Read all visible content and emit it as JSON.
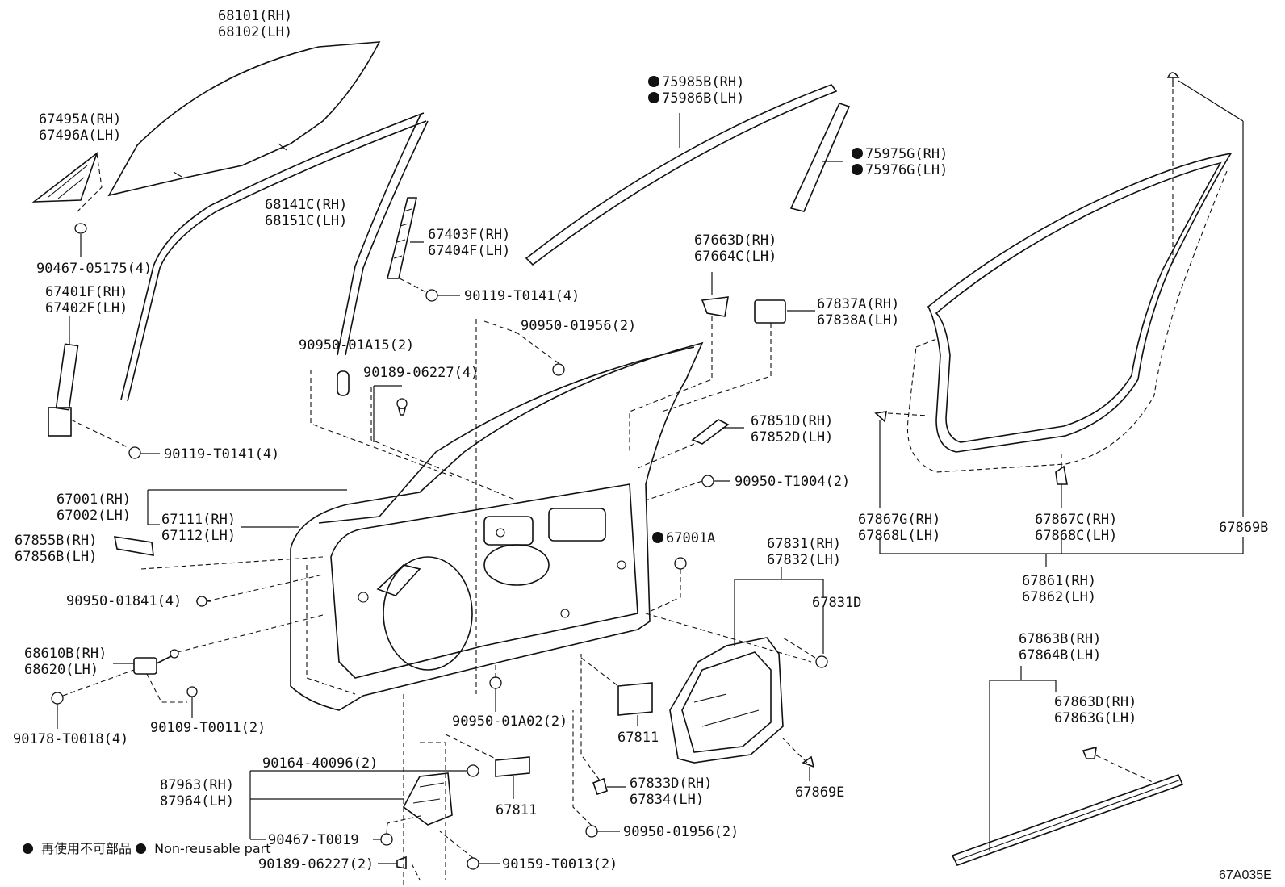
{
  "colors": {
    "line": "#111111",
    "background": "#ffffff"
  },
  "callouts": {
    "glass_front": [
      "68101(RH)",
      "68102(LH)"
    ],
    "corner_piece": [
      "67495A(RH)",
      "67496A(LH)"
    ],
    "clip_upper_left": "90467-05175(4)",
    "run_channel_rear": [
      "67401F(RH)",
      "67402F(LH)"
    ],
    "bolt_left": "90119-T0141(4)",
    "glass_run": [
      "68141C(RH)",
      "68151C(LH)"
    ],
    "frame_center_pillar": [
      "67403F(RH)",
      "67404F(LH)"
    ],
    "bolt_center": "90119-T0141(4)",
    "plug_center_upper": "90950-01A15(2)",
    "clip_center": "90189-06227(4)",
    "plug_top_center": "90950-01956(2)",
    "moulding_belt": [
      "75985B(RH)",
      "75986B(LH)"
    ],
    "moulding_rear": [
      "75975G(RH)",
      "75976G(LH)"
    ],
    "cover_upper": [
      "67663D(RH)",
      "67664C(LH)"
    ],
    "bracket_right": [
      "67837A(RH)",
      "67838A(LH)"
    ],
    "bracket_lower": [
      "67851D(RH)",
      "67852D(LH)"
    ],
    "plug_right": "90950-T1004(2)",
    "panel_main": [
      "67001(RH)",
      "67002(LH)"
    ],
    "panel_sub": [
      "67111(RH)",
      "67112(LH)"
    ],
    "bracket_left": [
      "67855B(RH)",
      "67856B(LH)"
    ],
    "panel_a": "67001A",
    "service_hole_cover": [
      "67831(RH)",
      "67832(LH)"
    ],
    "cover_clip": "67831D",
    "plug_left": "90950-01841(4)",
    "hinge": [
      "68610B(RH)",
      "68620(LH)"
    ],
    "bolt_hinge": "90109-T0011(2)",
    "bolt_hinge_lower": "90178-T0018(4)",
    "plug_lower_center": "90950-01A02(2)",
    "label_sheet_a": "67811",
    "label_sheet_b": "67811",
    "bracket_lower_center": [
      "67833D(RH)",
      "67834(LH)"
    ],
    "plug_lower_right": "90950-01956(2)",
    "clip_lower_right": "67869E",
    "bolt_lock": "90164-40096(2)",
    "lock_assy": [
      "87963(RH)",
      "87964(LH)"
    ],
    "clip_lock": "90467-T0019",
    "clip_lock_lower": "90189-06227(2)",
    "bolt_lock_lower": "90159-T0013(2)",
    "weatherstrip_clip_a": [
      "67867G(RH)",
      "67868L(LH)"
    ],
    "weatherstrip_clip_b": [
      "67867C(RH)",
      "67868C(LH)"
    ],
    "weatherstrip_clip_c": "67869B",
    "weatherstrip": [
      "67861(RH)",
      "67862(LH)"
    ],
    "weatherstrip_lower": [
      "67863B(RH)",
      "67864B(LH)"
    ],
    "weatherstrip_lower_clip": [
      "67863D(RH)",
      "67863G(LH)"
    ]
  },
  "legend": {
    "jp": "再使用不可部品",
    "en": "Non-reusable part"
  },
  "figure_id": "67A035E"
}
